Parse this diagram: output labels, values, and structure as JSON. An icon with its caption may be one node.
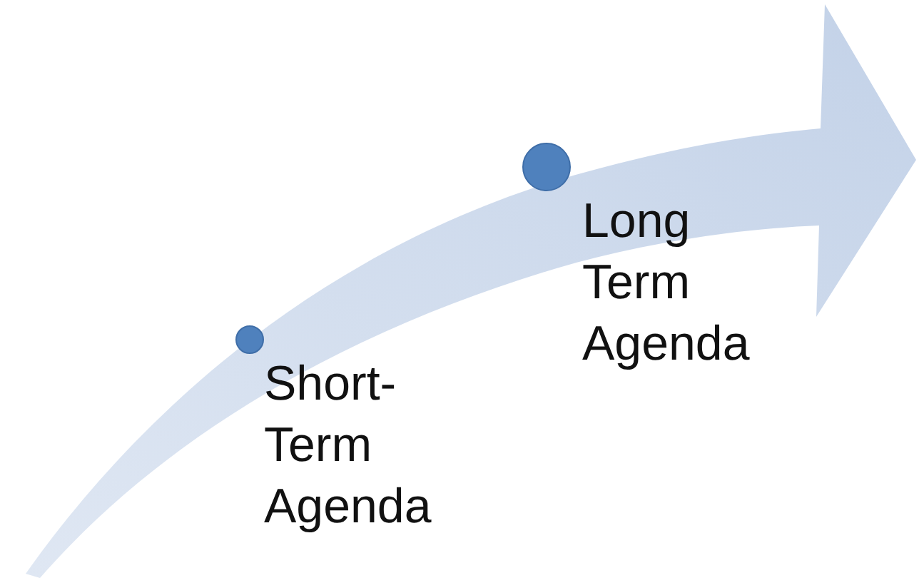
{
  "diagram": {
    "nodes": [
      {
        "text": [],
        "shape": "circle",
        "beside": [
          "Short-Term Agenda"
        ]
      },
      {
        "text": [],
        "shape": "circle",
        "beside": [
          "Long Term Agenda"
        ]
      }
    ]
  }
}
